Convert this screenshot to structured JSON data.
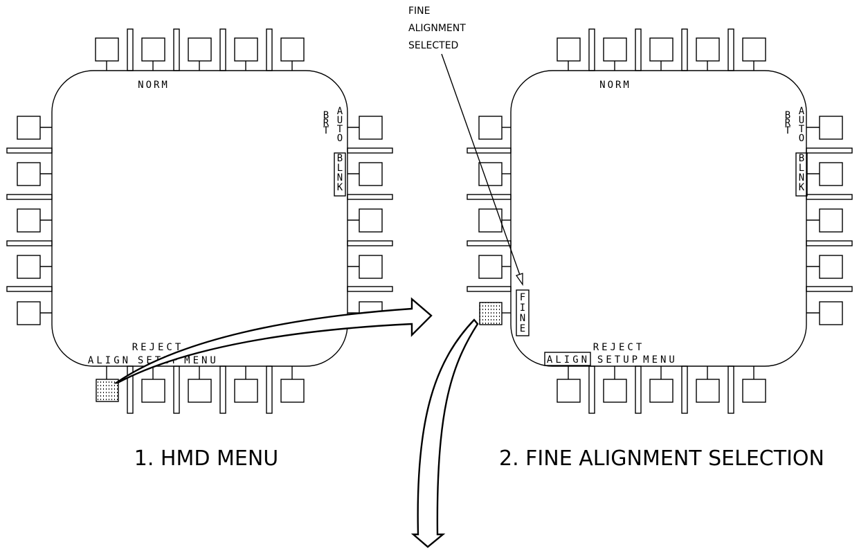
{
  "panels": [
    {
      "caption": "1. HMD MENU",
      "top_label": "NORM",
      "brt_label": "BRT",
      "auto_label": "AUTO",
      "blnk_label": "BLNK",
      "reject_label": "REJECT",
      "align_label": "ALIGN",
      "setup_label": "SETUP",
      "menu_label": "MENU",
      "align_selected": false,
      "fine_label": "",
      "pressed_button": "align"
    },
    {
      "caption": "2. FINE ALIGNMENT SELECTION",
      "top_label": "NORM",
      "brt_label": "BRT",
      "auto_label": "AUTO",
      "blnk_label": "BLNK",
      "reject_label": "REJECT",
      "align_label": "ALIGN",
      "setup_label": "SETUP",
      "menu_label": "MENU",
      "align_selected": true,
      "fine_label": "FINE",
      "pressed_button": "left-5"
    }
  ],
  "callout": {
    "lines": [
      "FINE",
      "ALIGNMENT",
      "SELECTED"
    ]
  },
  "colors": {
    "ink": "#000000",
    "paper": "#ffffff"
  }
}
